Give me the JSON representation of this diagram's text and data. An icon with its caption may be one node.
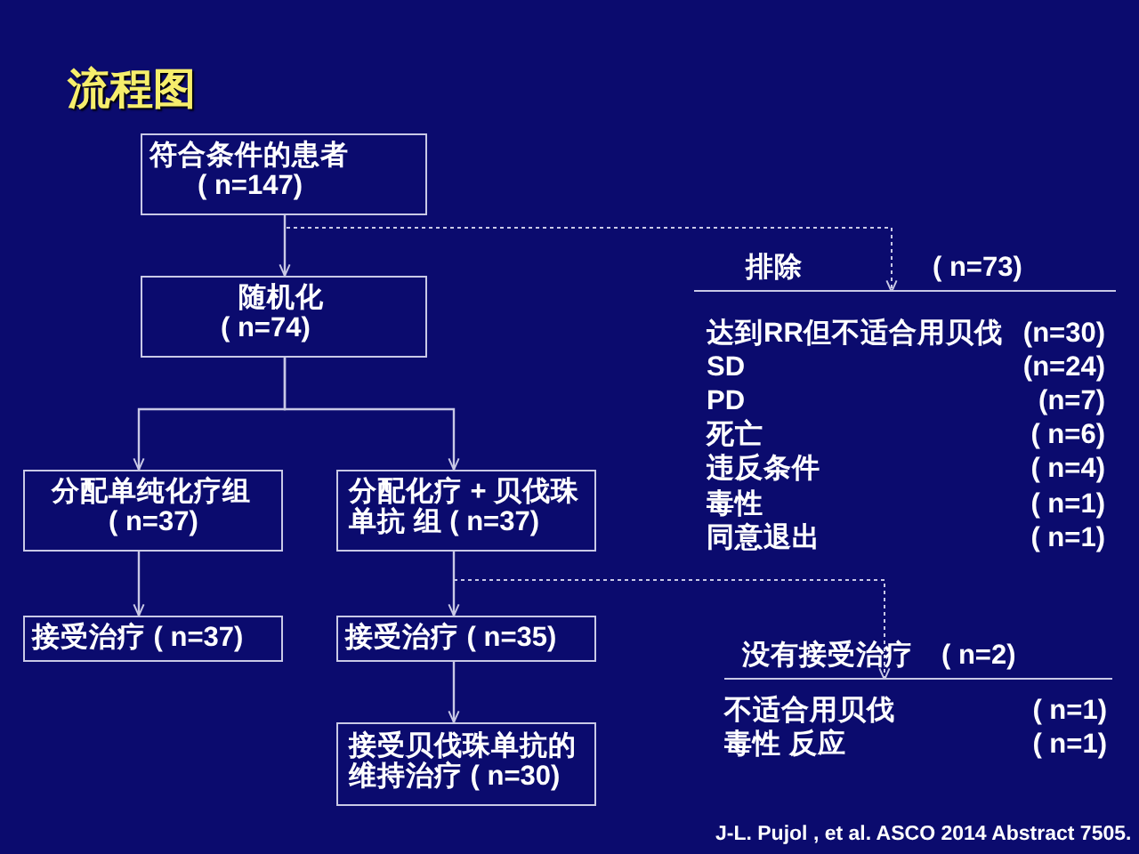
{
  "diagram": {
    "title": "流程图",
    "nodes": [
      {
        "text": [
          "符合条件的患者",
          "( n=147)"
        ]
      },
      {
        "text": [
          "随机化",
          "( n=74)"
        ]
      },
      {
        "text": [
          "排除",
          "( n=73)"
        ]
      },
      {
        "text": [
          "分配单纯化疗组",
          "( n=37)"
        ]
      },
      {
        "text": [
          "分配化疗 + 贝伐珠单抗 组 ( n=37)"
        ]
      },
      {
        "text": [
          "接受治疗 ( n=37)"
        ]
      },
      {
        "text": [
          "接受治疗 ( n=35)"
        ]
      },
      {
        "text": [
          "没有接受治疗",
          "( n=2)"
        ]
      },
      {
        "text": [
          "接受贝伐珠单抗的维持治疗 ( n=30)"
        ]
      }
    ],
    "edges": [
      {
        "from": 0,
        "to": 1,
        "arrow": "to"
      },
      {
        "from": 0,
        "to": 2,
        "arrow": "to",
        "style": "dashed"
      },
      {
        "from": 1,
        "to": 3,
        "arrow": "to"
      },
      {
        "from": 1,
        "to": 4,
        "arrow": "to"
      },
      {
        "from": 3,
        "to": 5,
        "arrow": "to"
      },
      {
        "from": 4,
        "to": 6,
        "arrow": "to"
      },
      {
        "from": 4,
        "to": 7,
        "arrow": "to",
        "style": "dashed"
      },
      {
        "from": 6,
        "to": 8,
        "arrow": "to"
      }
    ],
    "labels": [
      "达到RR但不适合用贝伐",
      "(n=30)",
      "SD",
      "(n=24)",
      "PD",
      "(n=7)",
      "死亡",
      "( n=6)",
      "违反条件",
      "( n=4)",
      "毒性",
      "( n=1)",
      "同意退出",
      "( n=1)",
      "不适合用贝伐",
      "( n=1)",
      "毒性 反应",
      "( n=1)",
      "J-L. Pujol , et al. ASCO 2014 Abstract 7505."
    ]
  }
}
